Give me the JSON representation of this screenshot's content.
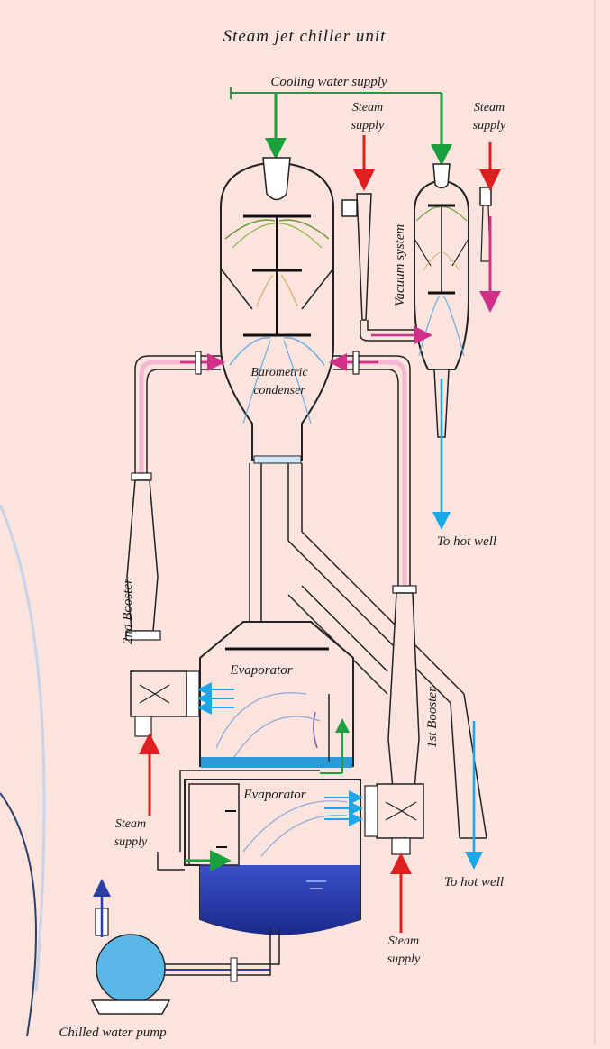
{
  "title": "Steam jet chiller unit",
  "labels": {
    "cooling_water_supply": "Cooling water supply",
    "steam_supply": "Steam supply",
    "vacuum_system": "Vacuum system",
    "barometric_condenser": "Barometric condenser",
    "to_hot_well": "To hot well",
    "booster_2": "2nd Booster",
    "booster_1": "1st Booster",
    "evaporator": "Evaporator",
    "chilled_water_pump": "Chilled water pump"
  },
  "colors": {
    "background": "#fbe3de",
    "cooling_water": "#1aa03c",
    "steam": "#e02020",
    "vapour": "#d0308a",
    "hot_water": "#1aa8e8",
    "chilled_water": "#2a3fa0"
  }
}
